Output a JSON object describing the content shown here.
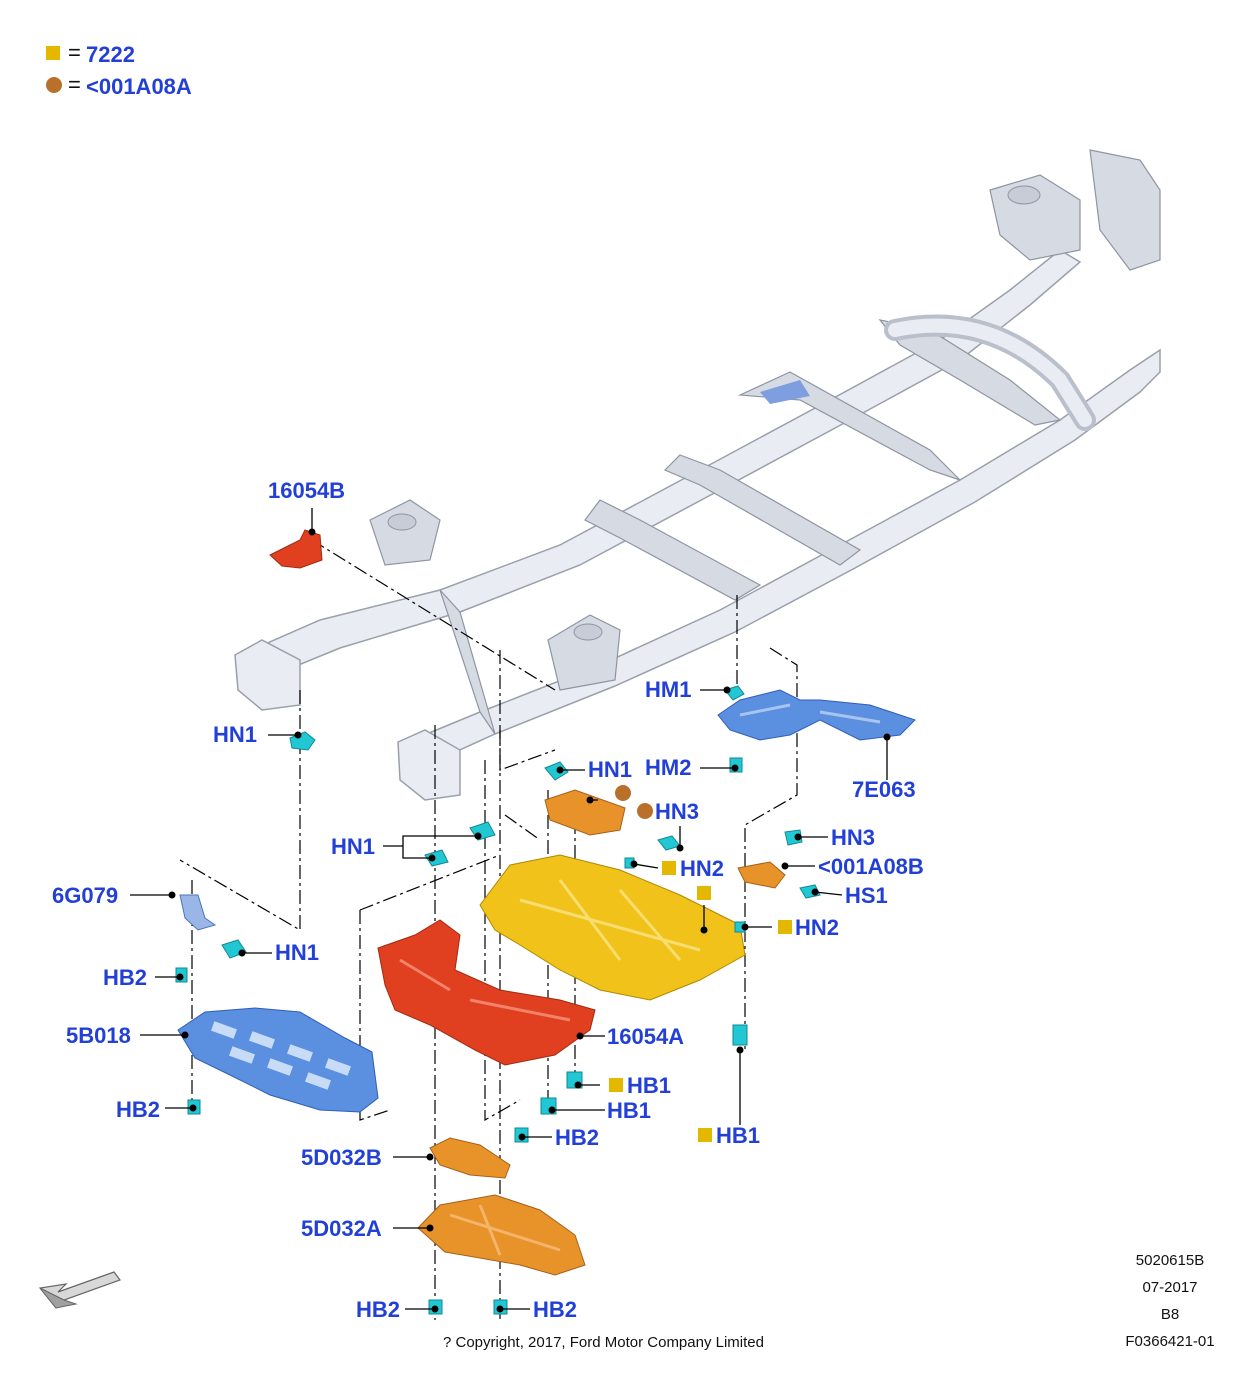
{
  "legend": [
    {
      "symbol": "square",
      "color": "#e5b800",
      "label": "7222"
    },
    {
      "symbol": "circle",
      "color": "#b8702a",
      "label": "<001A08A"
    }
  ],
  "labels": {
    "l16054B": "16054B",
    "hn1_a": "HN1",
    "hm1": "HM1",
    "hm2": "HM2",
    "l7E063": "7E063",
    "hn1_b": "HN1",
    "hn3_a": "HN3",
    "hn1_c": "HN1",
    "hn3_b": "HN3",
    "l001A08B": "<001A08B",
    "hn2_a": "HN2",
    "hs1": "HS1",
    "l6G079": "6G079",
    "hn2_b": "HN2",
    "hn1_d": "HN1",
    "hb2_a": "HB2",
    "l5B018": "5B018",
    "l16054A": "16054A",
    "hb1_a": "HB1",
    "hb2_b": "HB2",
    "hb1_b": "HB1",
    "hb2_c": "HB2",
    "hb1_c": "HB1",
    "l5D032B": "5D032B",
    "l5D032A": "5D032A",
    "hb2_d": "HB2",
    "hb2_e": "HB2"
  },
  "colors": {
    "label": "#2240d6",
    "frame": "#e9ecf2",
    "blue_part": "#5b8fe0",
    "red_part": "#e0401f",
    "yellow_part": "#f0c21a",
    "orange_part": "#e8922a",
    "fastener": "#22c7d4"
  },
  "footer": {
    "copyright": "? Copyright, 2017, Ford Motor Company Limited",
    "ref1": "5020615B",
    "ref2": "07-2017",
    "ref3": "B8",
    "ref4": "F0366421-01"
  },
  "icons": [
    "direction-arrow-icon"
  ]
}
